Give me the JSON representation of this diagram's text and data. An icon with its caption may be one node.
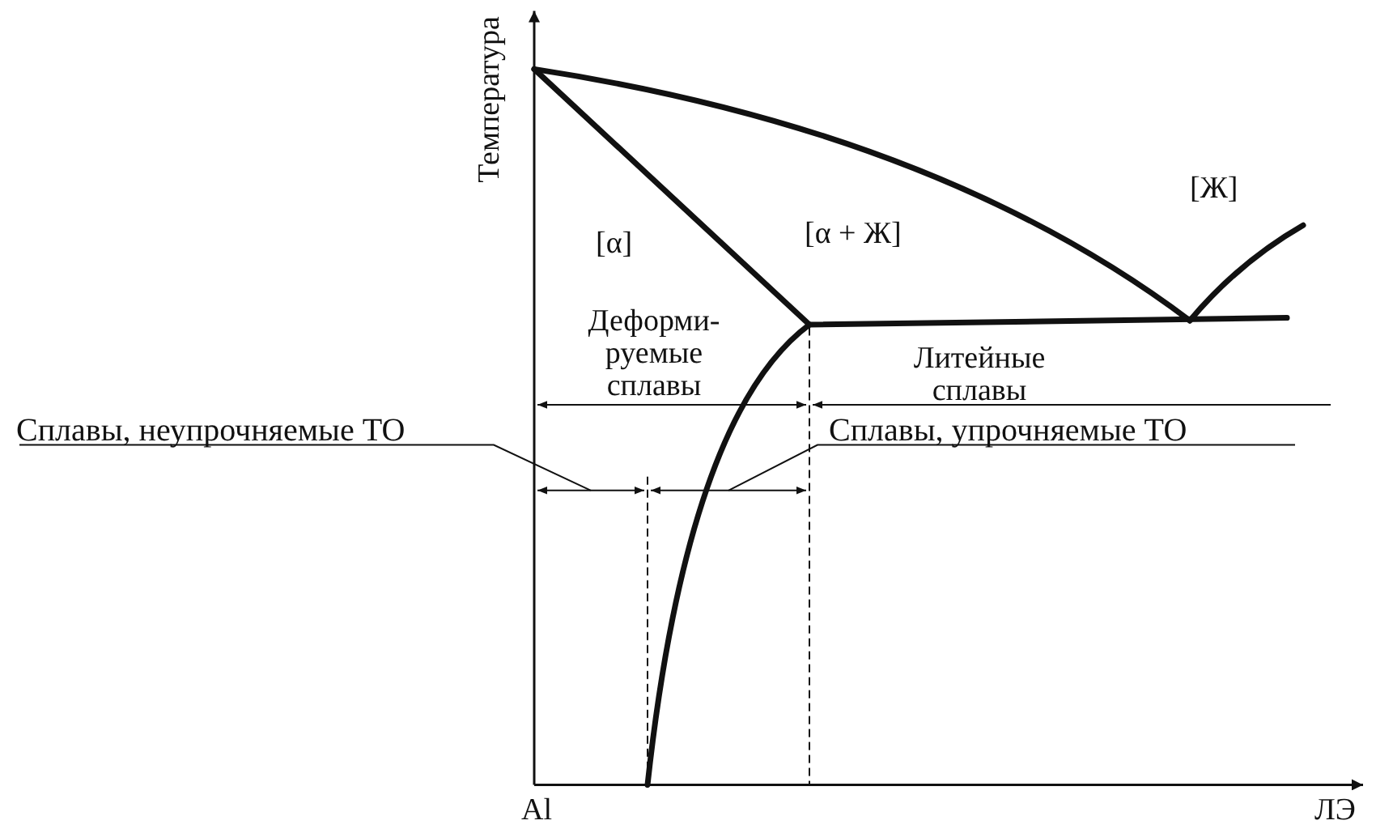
{
  "diagram": {
    "nodes": [
      {
        "text": [
          "Сплавы, неупрочняемые ТО"
        ]
      },
      {
        "text": [
          "Сплавы, упрочняемые ТО"
        ]
      }
    ],
    "edges": [
      {
        "from": 0,
        "to": null,
        "arrow": "none"
      },
      {
        "from": 1,
        "to": null,
        "arrow": "none"
      }
    ],
    "labels": [
      "Температура",
      "[Ж]",
      "[α]",
      "[α + Ж]",
      "Деформи- руемые сплавы",
      "Литейные сплавы",
      "Al",
      "ЛЭ"
    ]
  }
}
